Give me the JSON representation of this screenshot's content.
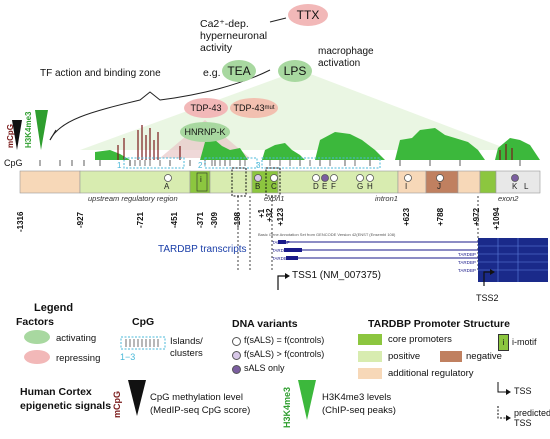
{
  "factors_top": {
    "ttx": "TTX",
    "ca_activity": "Ca2⁺-dep. hyperneuronal activity",
    "eg": "e.g.",
    "tea": "TEA",
    "lps": "LPS",
    "macrophage": "macrophage activation",
    "tf_zone": "TF action and binding zone",
    "tdp43": "TDP-43",
    "tdp43mut": "TDP-43",
    "tdp43mut_sup": "mut",
    "hnrnpk": "HNRNP-K"
  },
  "tracks": {
    "mcpg": "mCpG",
    "h3k4me3": "H3K4me3",
    "cpg": "CpG",
    "cluster_1": "1",
    "cluster_2": "2",
    "cluster_3": "3"
  },
  "regions": {
    "upstream": "upstream regulatory region",
    "exon1": "exon1",
    "intron1": "intron1",
    "exon2": "exon2",
    "imotif": "i",
    "letters": [
      "A",
      "B",
      "C",
      "D",
      "E",
      "F",
      "G",
      "H",
      "I",
      "J",
      "K",
      "L"
    ]
  },
  "positions": [
    "-1316",
    "-927",
    "-721",
    "-451",
    "-371",
    "-309",
    "-198",
    "+1",
    "+32",
    "+123",
    "+623",
    "+788",
    "+972",
    "+1094"
  ],
  "transcripts": {
    "title": "TARDBP transcripts",
    "browser_header": "Basic Gene Annotation Set from GENCODE Version 42(ENST (Ensembl 108)",
    "gene": "TARDBP",
    "tss1": "TSS1 (NM_007375)",
    "tss2": "TSS2"
  },
  "legend": {
    "title": "Legend",
    "factors": "Factors",
    "activating": "activating",
    "repressing": "repressing",
    "cpg": "CpG",
    "islands": "Islands/",
    "clusters": "clusters",
    "range": "1−3",
    "dna_variants": "DNA variants",
    "v1": "f(sALS) = f(controls)",
    "v2": "f(sALS) > f(controls)",
    "v3": "sALS only",
    "promoter_title": "TARDBP Promoter Structure",
    "core": "core promoters",
    "positive": "positive",
    "negative": "negative",
    "additional": "additional regulatory",
    "imotif": "i-motif",
    "tss": "TSS",
    "predicted": "predicted",
    "tss2": "TSS",
    "cortex": "Human Cortex",
    "epigenetic": "epigenetic signals",
    "mcpg": "mCpG",
    "mcpg_l1": "CpG methylation level",
    "mcpg_l2": "(MedIP-seq CpG score)",
    "h3": "H3K4me3",
    "h3_l1": "H3K4me3 levels",
    "h3_l2": "(ChIP-seq peaks)"
  },
  "colors": {
    "activating": "#a8d8a0",
    "repressing": "#f2b8b8",
    "core": "#8cc63f",
    "positive": "#d8ecb0",
    "negative": "#c08060",
    "additional": "#f7d8b8",
    "h3k4me3": "#3cb83c",
    "mcpg": "#7a1a1a"
  }
}
